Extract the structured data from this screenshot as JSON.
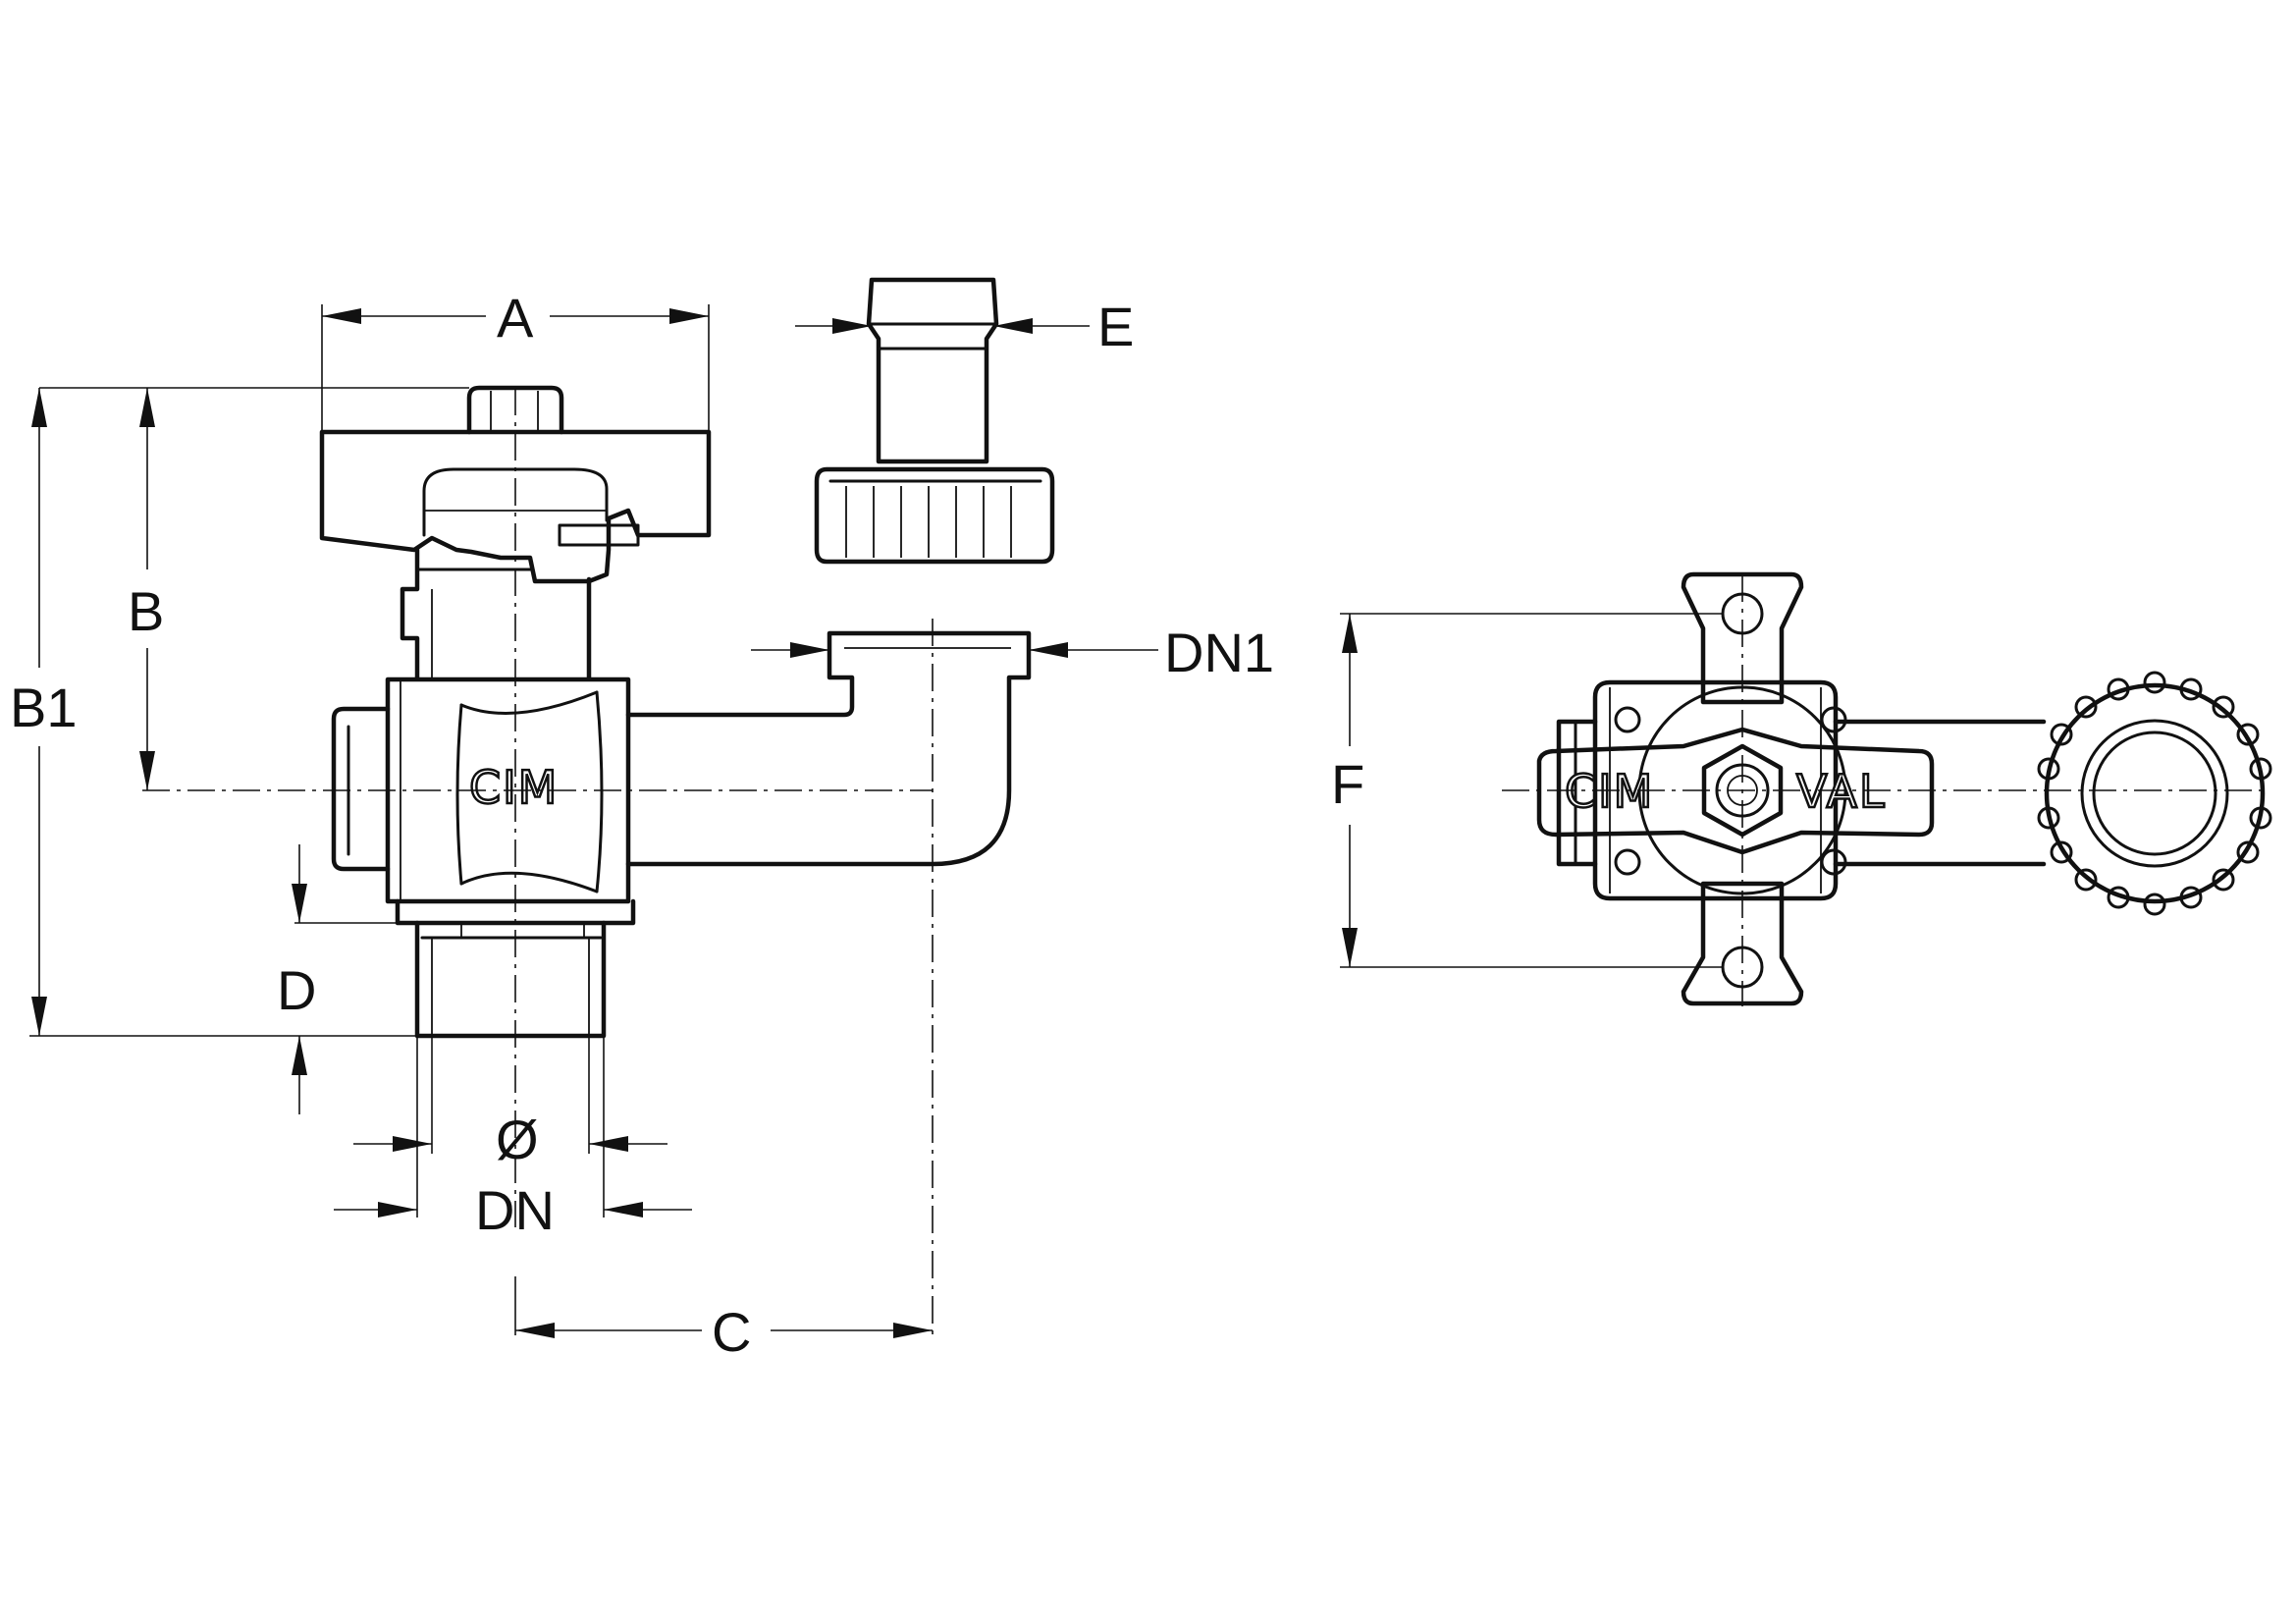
{
  "labels": {
    "A": "A",
    "B": "B",
    "B1": "B1",
    "C": "C",
    "D": "D",
    "E": "E",
    "F": "F",
    "DN1": "DN1",
    "diameter": "Ø",
    "DN": "DN"
  },
  "embossing": {
    "body_logo": "CIM",
    "handle_left": "CIM",
    "handle_right": "VAL"
  }
}
